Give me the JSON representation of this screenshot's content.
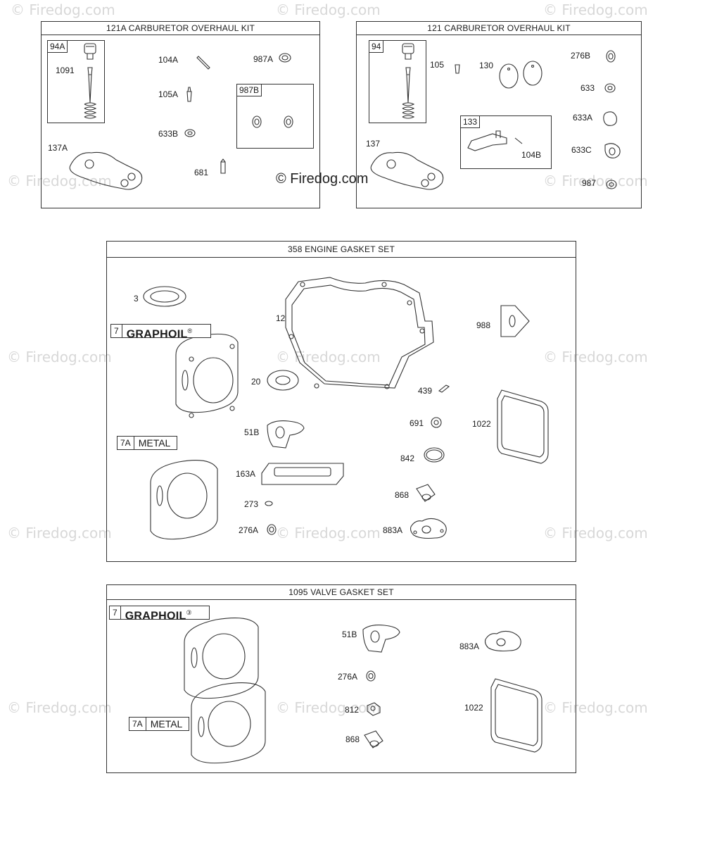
{
  "watermark": "© Firedog.com",
  "copyright": "© Firedog.com",
  "panels": {
    "carb121a": {
      "title": "121A CARBURETOR OVERHAUL KIT",
      "sub94a": "94A",
      "sub987b": "987B",
      "labels": {
        "p1091": "1091",
        "p104a": "104A",
        "p987a": "987A",
        "p105a": "105A",
        "p633b": "633B",
        "p137a": "137A",
        "p681": "681"
      }
    },
    "carb121": {
      "title": "121 CARBURETOR OVERHAUL KIT",
      "sub94": "94",
      "sub133": "133",
      "labels": {
        "p105": "105",
        "p130": "130",
        "p276b": "276B",
        "p633": "633",
        "p633a": "633A",
        "p633c": "633C",
        "p104b": "104B",
        "p987": "987",
        "p137": "137"
      }
    },
    "engine": {
      "title": "358 ENGINE GASKET SET",
      "graphoil_num": "7",
      "graphoil_text": "GRAPHOIL",
      "graphoil_mark": "®",
      "metal_num": "7A",
      "metal_text": "METAL",
      "labels": {
        "p3": "3",
        "p12": "12",
        "p988": "988",
        "p20": "20",
        "p439": "439",
        "p51b": "51B",
        "p691": "691",
        "p1022": "1022",
        "p842": "842",
        "p163a": "163A",
        "p868": "868",
        "p273": "273",
        "p276a": "276A",
        "p883a": "883A"
      }
    },
    "valve": {
      "title": "1095 VALVE GASKET SET",
      "graphoil_num": "7",
      "graphoil_text": "GRAPHOIL",
      "graphoil_mark": "③",
      "metal_num": "7A",
      "metal_text": "METAL",
      "labels": {
        "p51b": "51B",
        "p883a": "883A",
        "p276a": "276A",
        "p812": "812",
        "p1022": "1022",
        "p868": "868"
      }
    }
  }
}
